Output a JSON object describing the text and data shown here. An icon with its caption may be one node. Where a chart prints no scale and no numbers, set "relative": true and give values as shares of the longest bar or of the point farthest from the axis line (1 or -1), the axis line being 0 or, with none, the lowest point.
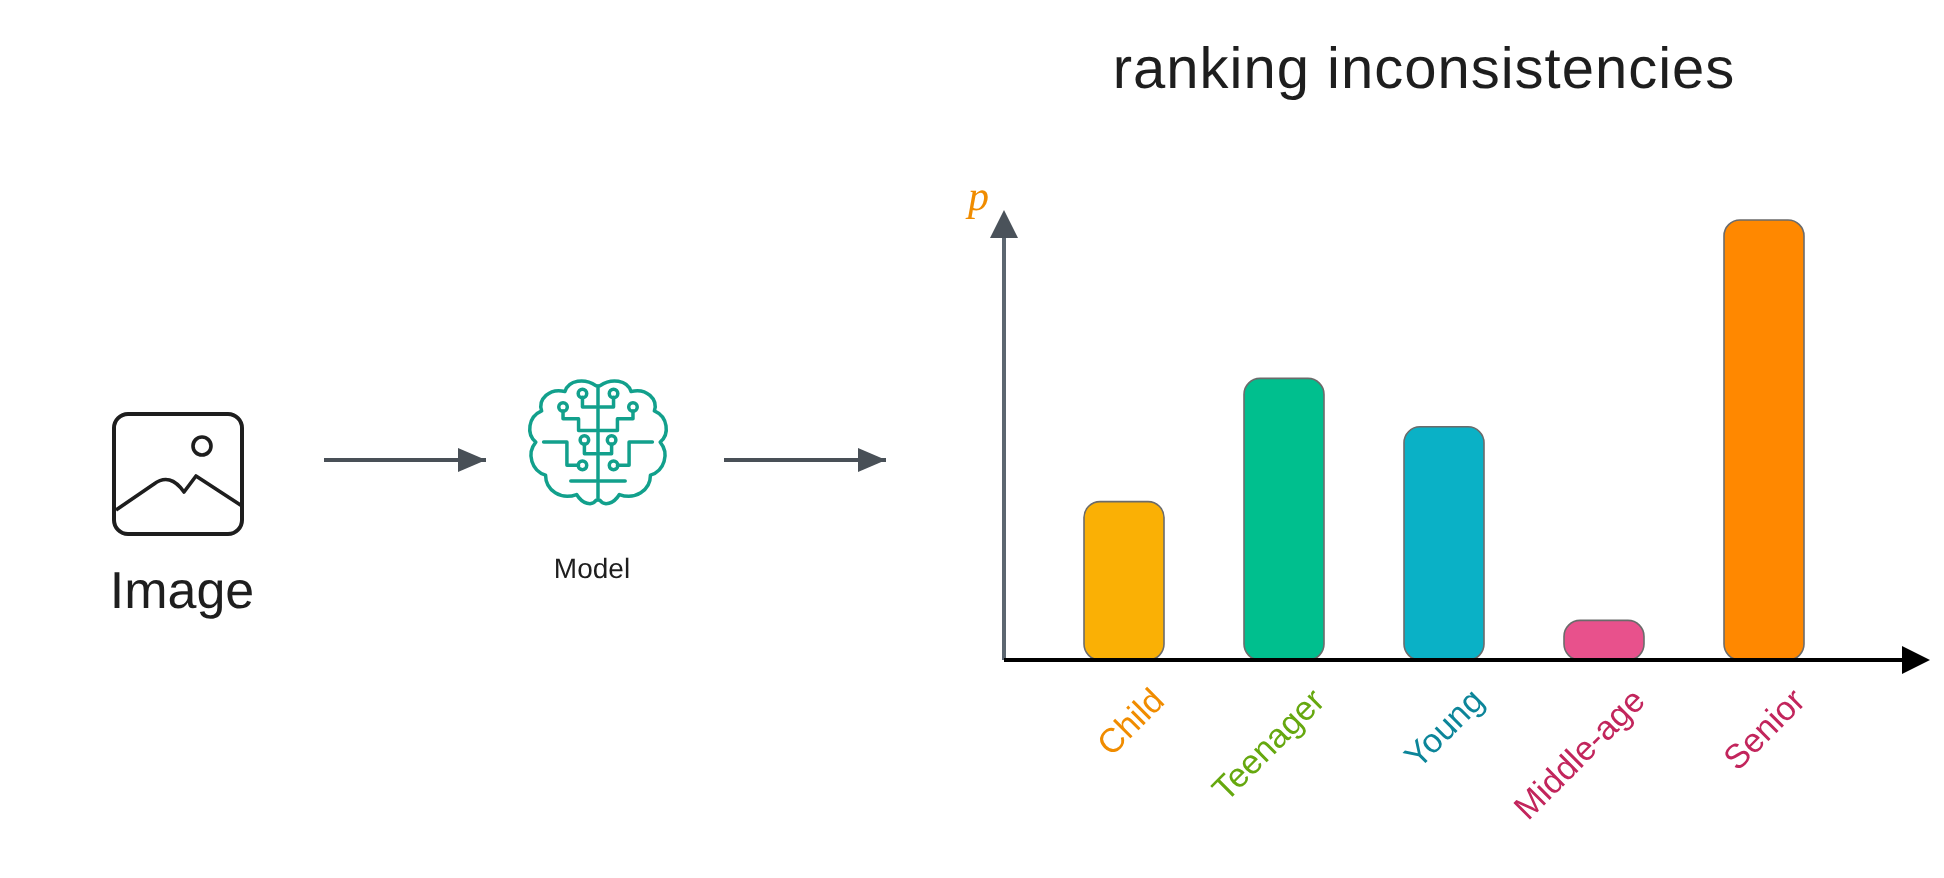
{
  "diagram": {
    "nodes": [
      {
        "text": [
          "Image"
        ]
      },
      {
        "text": [
          "Model"
        ]
      },
      {
        "text": [],
        "shape": "picture"
      }
    ],
    "edges": [
      {
        "from": 0,
        "to": 1,
        "arrow": "to"
      },
      {
        "from": 1,
        "to": 2,
        "arrow": "to"
      }
    ],
    "chart_data": {
      "type": "bar",
      "title": "ranking inconsistencies",
      "ylabel": "p",
      "categories": [
        "Child",
        "Teenager",
        "Young",
        "Middle-age",
        "Senior"
      ],
      "relative": true,
      "series": [
        {
          "color": "#fab005",
          "values": [
            0.36,
            null,
            null,
            null,
            null
          ]
        },
        {
          "color": "#00bf8e",
          "values": [
            null,
            0.64,
            null,
            null,
            null
          ]
        },
        {
          "color": "#0ab1c6",
          "values": [
            null,
            null,
            0.53,
            null,
            null
          ]
        },
        {
          "color": "#e8518c",
          "values": [
            null,
            null,
            null,
            0.09,
            null
          ]
        },
        {
          "color": "#ff8800",
          "values": [
            null,
            null,
            null,
            null,
            1.0
          ]
        }
      ],
      "stacked": true
    }
  }
}
